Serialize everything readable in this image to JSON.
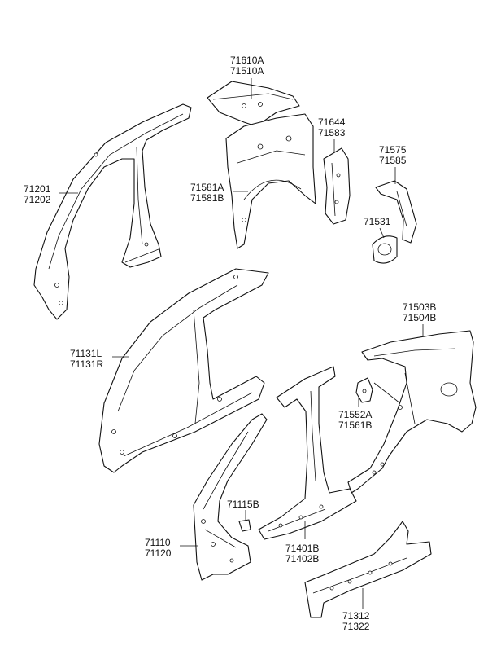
{
  "callouts": [
    {
      "id": "roof-rail-inner",
      "lines": [
        "71610A",
        "71510A"
      ]
    },
    {
      "id": "pillar-inner-assy",
      "lines": [
        "71201",
        "71202"
      ]
    },
    {
      "id": "wheelhouse-bracket",
      "lines": [
        "71644",
        "71583"
      ]
    },
    {
      "id": "rear-wheelhouse",
      "lines": [
        "71581A",
        "71581B"
      ]
    },
    {
      "id": "small-bracket",
      "lines": [
        "71575",
        "71585"
      ]
    },
    {
      "id": "fuel-filler-housing",
      "lines": [
        "71531"
      ]
    },
    {
      "id": "quarter-panel",
      "lines": [
        "71503B",
        "71504B"
      ]
    },
    {
      "id": "side-outer-panel",
      "lines": [
        "71131L",
        "71131R"
      ]
    },
    {
      "id": "quarter-bracket",
      "lines": [
        "71552A",
        "71561B"
      ]
    },
    {
      "id": "a-pillar-clip",
      "lines": [
        "71115B"
      ]
    },
    {
      "id": "a-pillar-reinforcement",
      "lines": [
        "71110",
        "71120"
      ]
    },
    {
      "id": "b-pillar-reinforcement",
      "lines": [
        "71401B",
        "71402B"
      ]
    },
    {
      "id": "side-sill",
      "lines": [
        "71312",
        "71322"
      ]
    }
  ]
}
